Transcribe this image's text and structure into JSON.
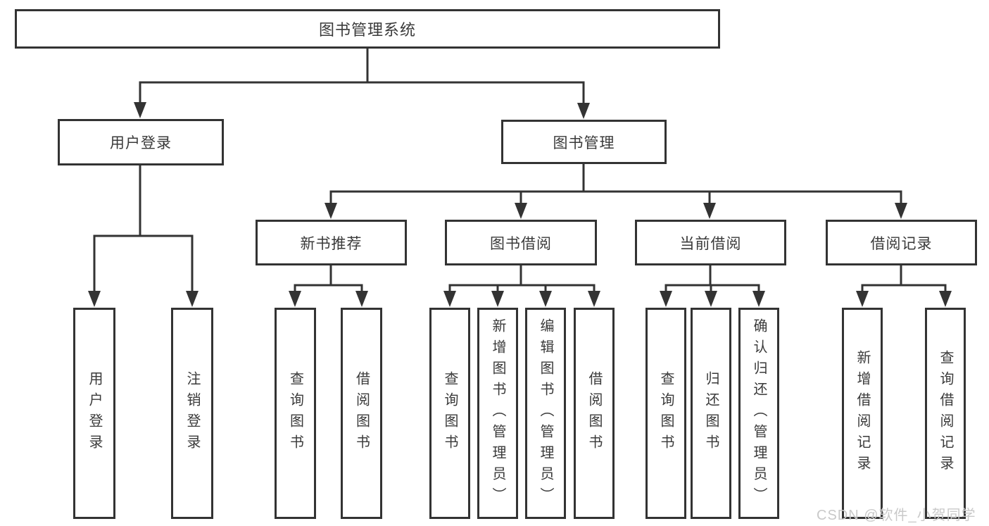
{
  "diagram": {
    "root": {
      "label": "图书管理系统"
    },
    "level2": [
      {
        "label": "用户登录"
      },
      {
        "label": "图书管理"
      }
    ],
    "level3": [
      {
        "label": "新书推荐"
      },
      {
        "label": "图书借阅"
      },
      {
        "label": "当前借阅"
      },
      {
        "label": "借阅记录"
      }
    ],
    "leaves": [
      {
        "label": "用户登录"
      },
      {
        "label": "注销登录"
      },
      {
        "label": "查询图书"
      },
      {
        "label": "借阅图书"
      },
      {
        "label": "查询图书"
      },
      {
        "label": "新增图书（管理员）"
      },
      {
        "label": "编辑图书（管理员）"
      },
      {
        "label": "借阅图书"
      },
      {
        "label": "查询图书"
      },
      {
        "label": "归还图书"
      },
      {
        "label": "确认归还（管理员）"
      },
      {
        "label": "新增借阅记录"
      },
      {
        "label": "查询借阅记录"
      }
    ]
  },
  "watermark": {
    "text": "CSDN @软件_小贺同学"
  },
  "colors": {
    "line": "#333333",
    "box_border": "#333333",
    "text": "#3a3a3a",
    "background": "#ffffff",
    "watermark": "#c9c9c9"
  }
}
